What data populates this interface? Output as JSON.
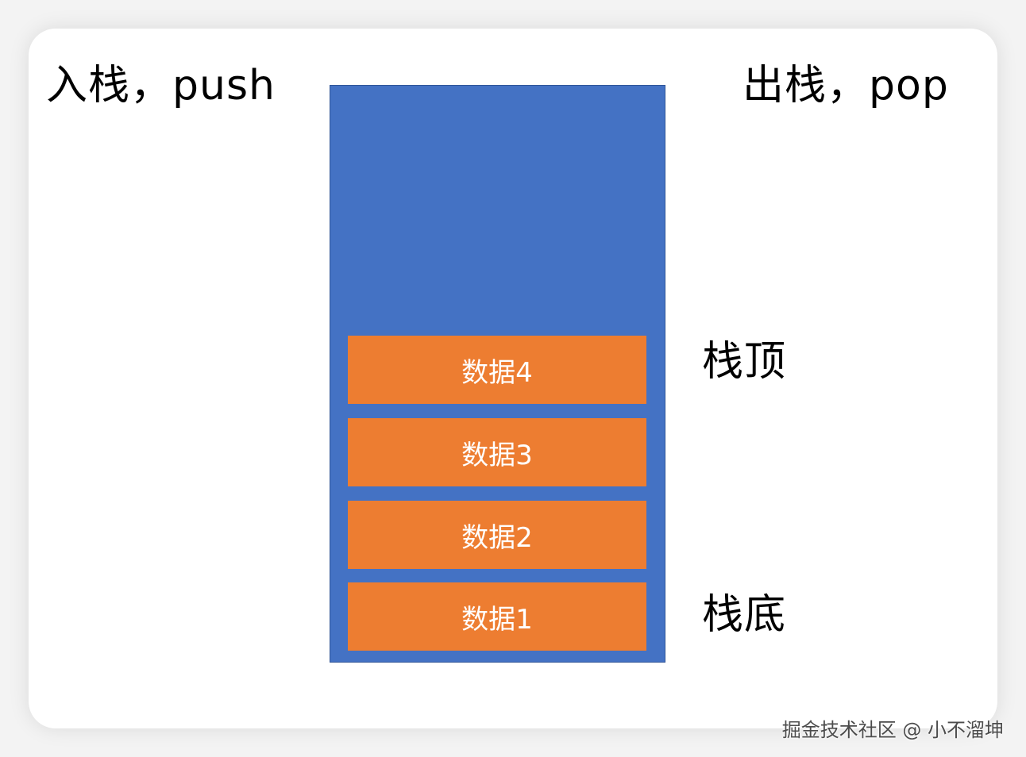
{
  "diagram": {
    "push_label": "入栈，push",
    "pop_label": "出栈，pop",
    "top_label": "栈顶",
    "bottom_label": "栈底",
    "blocks": [
      "数据4",
      "数据3",
      "数据2",
      "数据1"
    ]
  },
  "watermark": "掘金技术社区 @ 小不溜坤",
  "colors": {
    "stack_fill": "#4472c4",
    "block_fill": "#ed7d31",
    "text": "#000000",
    "block_text": "#ffffff"
  }
}
